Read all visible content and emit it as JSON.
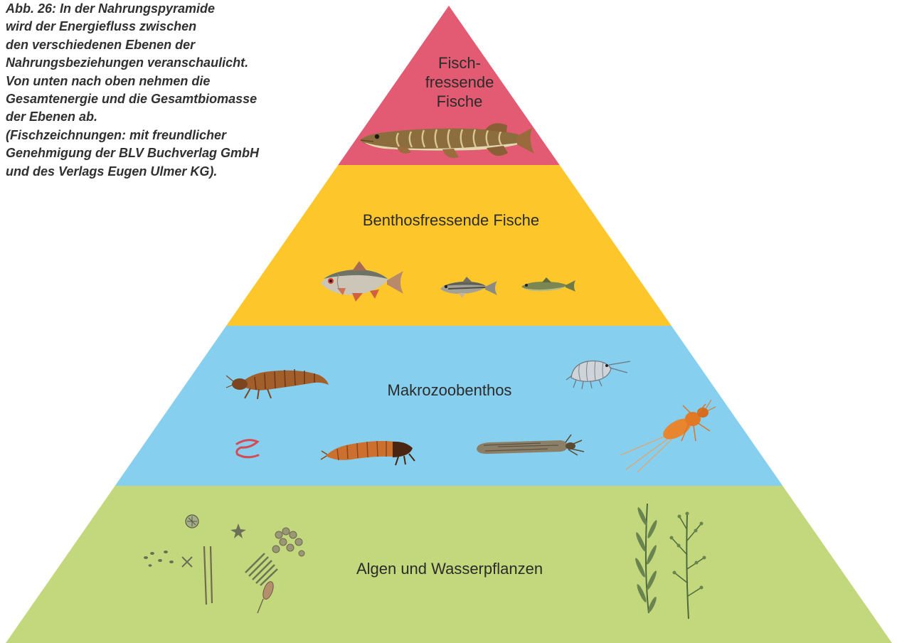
{
  "caption": {
    "lines": [
      "Abb. 26: In der Nahrungspyramide",
      "wird der Energiefluss zwischen",
      "den verschiedenen Ebenen der",
      "Nahrungsbeziehungen veranschaulicht.",
      "Von unten nach oben nehmen die",
      "Gesamtenergie und die Gesamtbiomasse",
      "der Ebenen ab.",
      "(Fischzeichnungen: mit freundlicher",
      "Genehmigung der BLV Buchverlag GmbH",
      "und des Verlags Eugen Ulmer KG)."
    ]
  },
  "pyramid": {
    "levels": [
      {
        "label_lines": [
          "Fisch-",
          "fressende",
          "Fische"
        ],
        "color": "#e35b72",
        "icons": [
          "pike-icon"
        ]
      },
      {
        "label": "Benthosfressende Fische",
        "color": "#fdc72c",
        "icons": [
          "roach-icon",
          "minnow-icon",
          "small-fish-icon"
        ]
      },
      {
        "label": "Makrozoobenthos",
        "color": "#87cfee",
        "icons": [
          "larva-icon",
          "amphipod-icon",
          "worm-icon",
          "caddis-larva-icon",
          "cased-larva-icon",
          "mayfly-nymph-icon"
        ]
      },
      {
        "label": "Algen und Wasserpflanzen",
        "color": "#c3d87c",
        "icons": [
          "algae-icon",
          "water-plant-icon"
        ]
      }
    ]
  }
}
